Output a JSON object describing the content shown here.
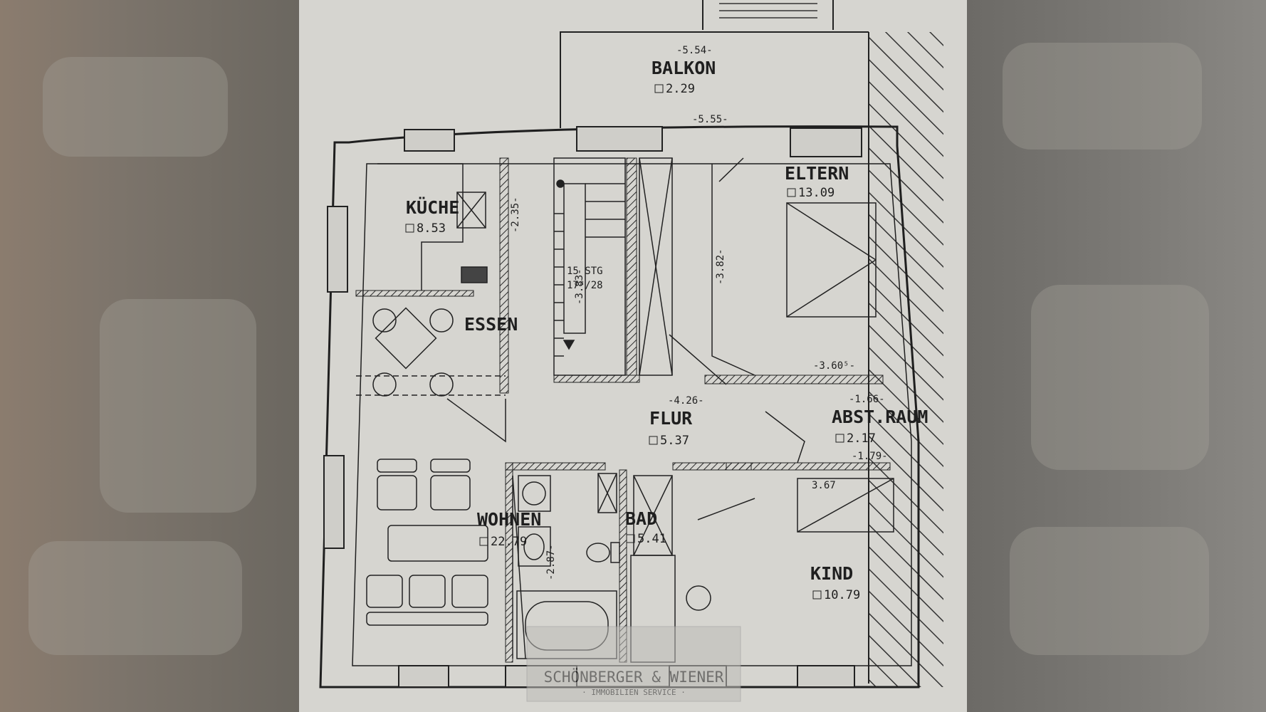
{
  "plan": {
    "rooms": {
      "balkon": {
        "name": "BALKON",
        "area": "2.29"
      },
      "kueche": {
        "name": "KÜCHE",
        "area": "8.53"
      },
      "essen": {
        "name": "ESSEN"
      },
      "flur": {
        "name": "FLUR",
        "area": "5.37"
      },
      "eltern": {
        "name": "ELTERN",
        "area": "13.09"
      },
      "abst": {
        "name": "ABST.RAUM",
        "area": "2.17"
      },
      "wohnen": {
        "name": "WOHNEN",
        "area": "22.79"
      },
      "bad": {
        "name": "BAD",
        "area": "5.41"
      },
      "kind": {
        "name": "KIND",
        "area": "10.79"
      }
    },
    "dimensions": {
      "balkon_top": "-5.54-",
      "balkon_bottom": "-5.55-",
      "kueche_h": "-2.35-",
      "corridor_h": "-3.83-",
      "stair_h": "-3.82-",
      "eltern_w": "-3.60⁵-",
      "flur_w": "-4.26-",
      "abst_top": "-1.66-",
      "abst_bottom": "-1.79-",
      "kind_w": "3.67",
      "wohnen_h": "-2.87-"
    },
    "stairs": {
      "line1": "15 STG",
      "line2": "17⁸/28"
    },
    "watermark": {
      "line1": "SCHÖNBERGER & WIENER",
      "line2": "· IMMOBILIEN SERVICE ·"
    }
  }
}
